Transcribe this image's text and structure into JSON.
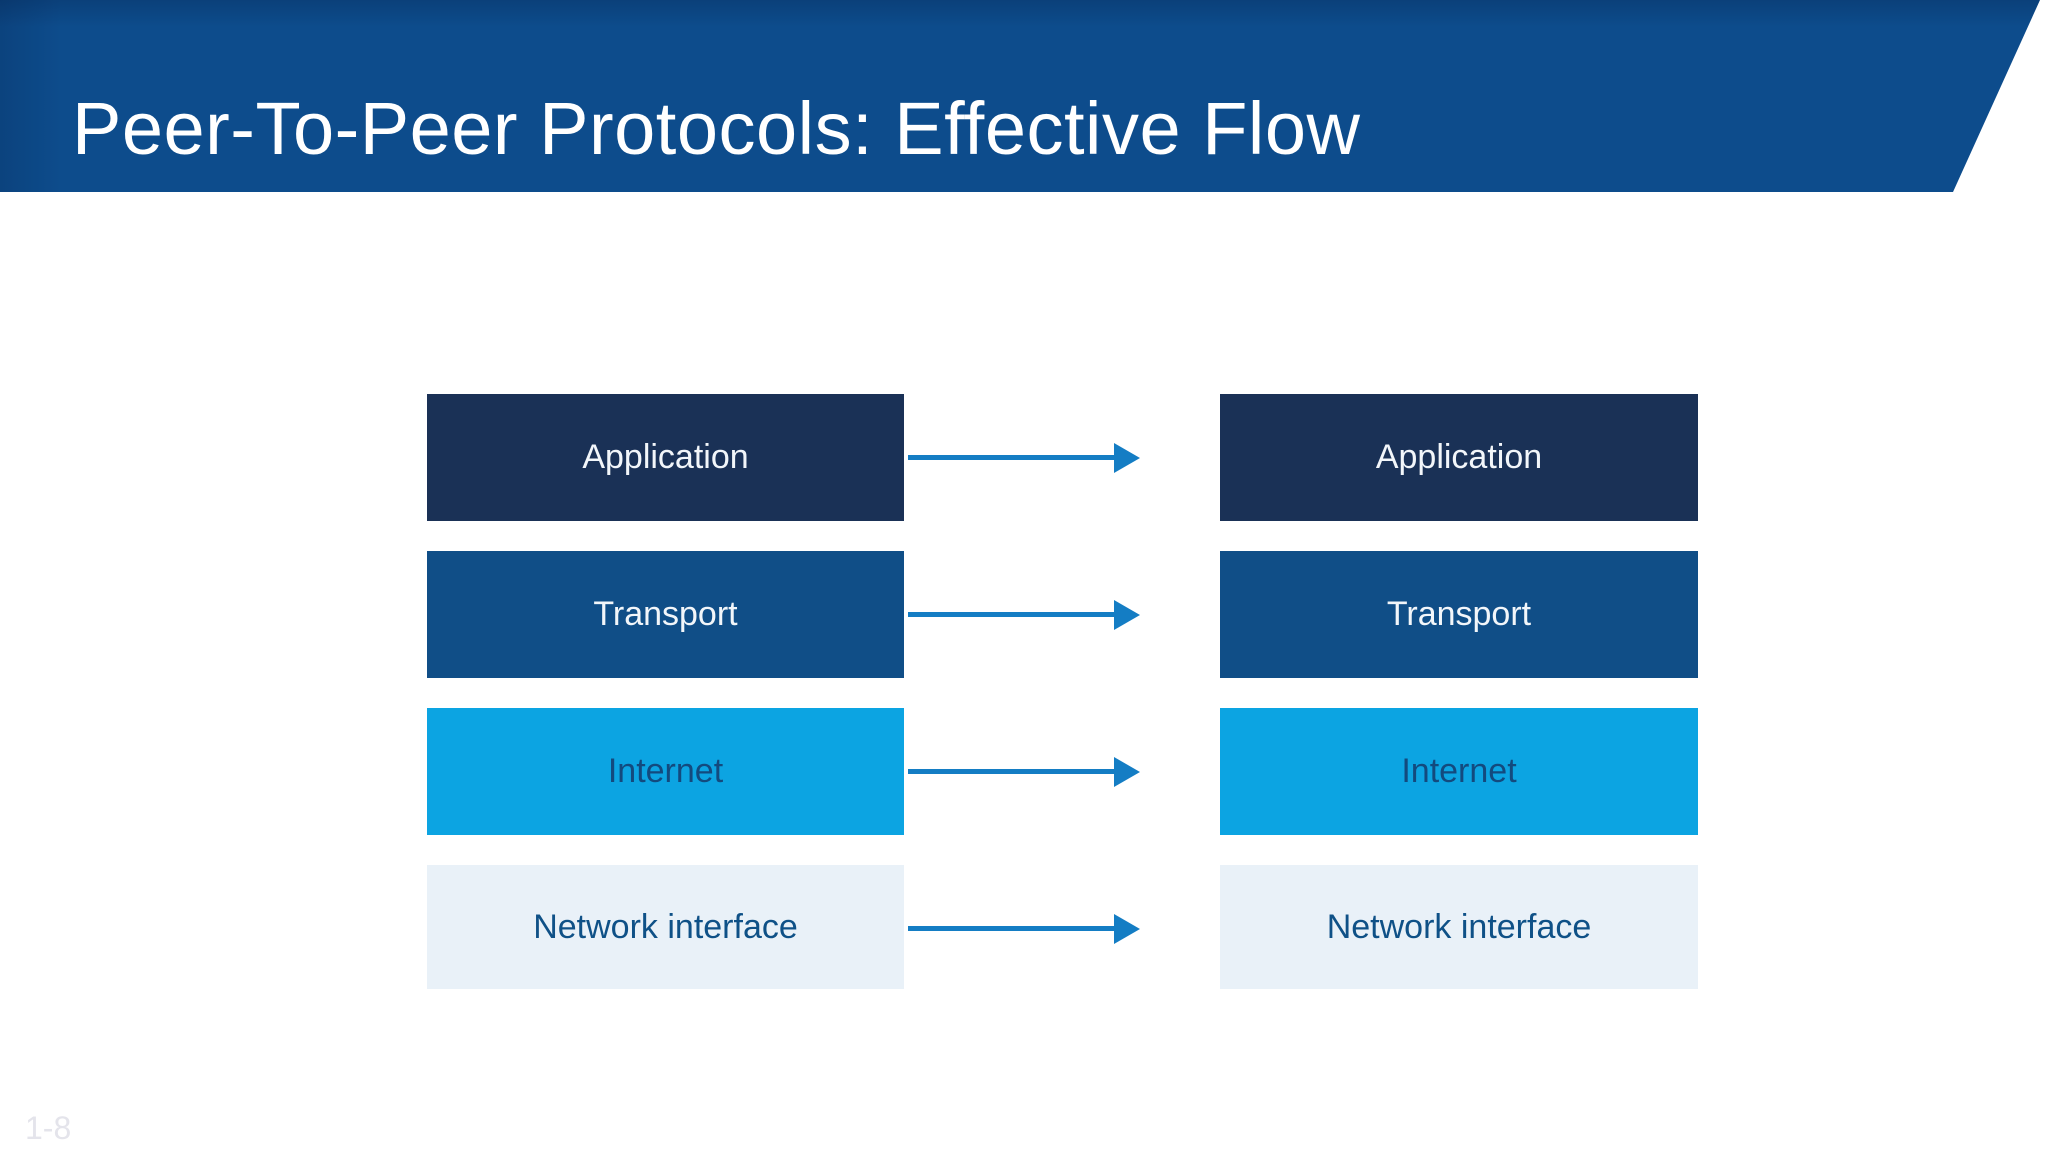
{
  "header": {
    "title": "Peer-To-Peer Protocols: Effective Flow"
  },
  "colors": {
    "header_bg": "#0d4c8c",
    "slide_bg": "#ffffff",
    "title_text": "#ffffff",
    "arrow": "#147dc4",
    "application_bg": "#1a3156",
    "transport_bg": "#104e87",
    "internet_bg": "#0ca4e2",
    "network_interface_bg": "#e9f1f8",
    "page_number_text": "#e4e4eb"
  },
  "diagram": {
    "arrow_color": "#147dc4",
    "layers": [
      {
        "label": "Application",
        "fill": "#1a3156",
        "text_color": "#f2f6fa"
      },
      {
        "label": "Transport",
        "fill": "#104e87",
        "text_color": "#f2f6fa"
      },
      {
        "label": "Internet",
        "fill": "#0ca4e2",
        "text_color": "#134a7e"
      },
      {
        "label": "Network interface",
        "fill": "#e9f1f8",
        "text_color": "#0f5187"
      }
    ]
  },
  "footer": {
    "page_number": "1-8"
  }
}
